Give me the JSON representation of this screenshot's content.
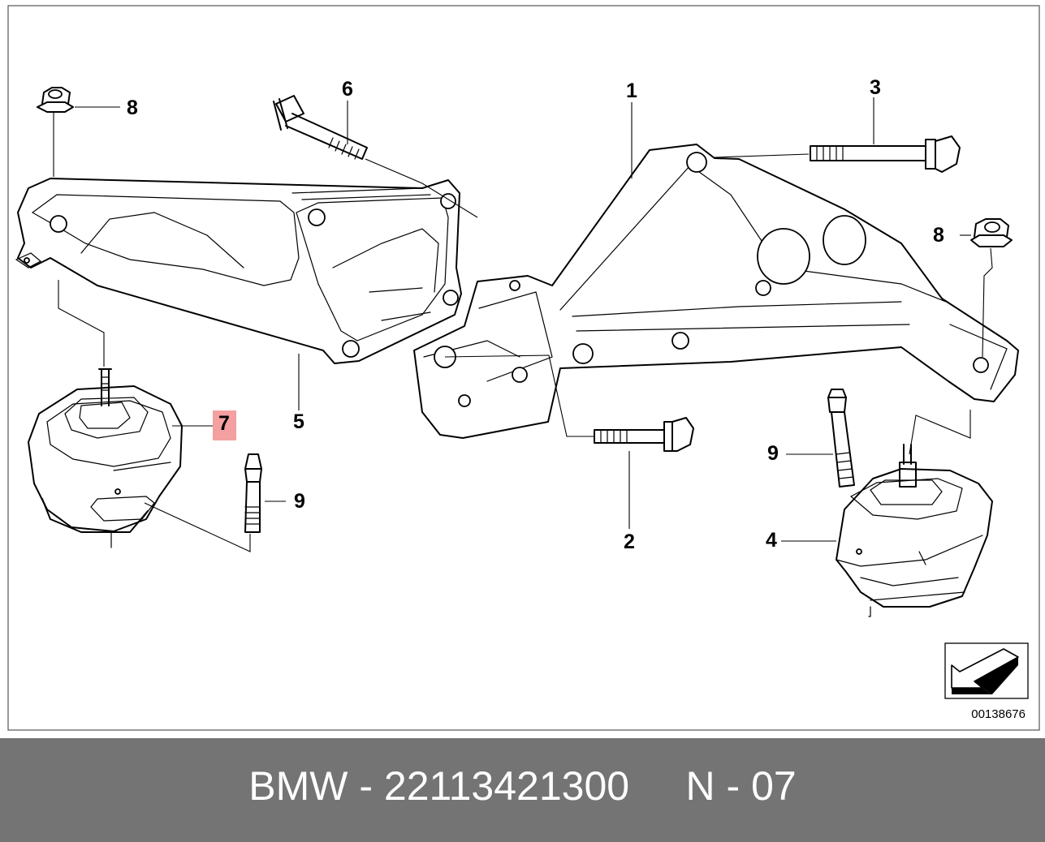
{
  "callouts": {
    "c1": "1",
    "c2": "2",
    "c3": "3",
    "c4": "4",
    "c5": "5",
    "c6": "6",
    "c7": "7",
    "c8a": "8",
    "c8b": "8",
    "c9a": "9",
    "c9b": "9"
  },
  "highlight_color": "#f4a0a0",
  "diagram_code": "00138676",
  "orientation_icon": "arrow-left-down-icon",
  "footer": {
    "text": "BMW - 22113421300     N - 07",
    "background": "#747474",
    "text_color": "#ffffff"
  }
}
